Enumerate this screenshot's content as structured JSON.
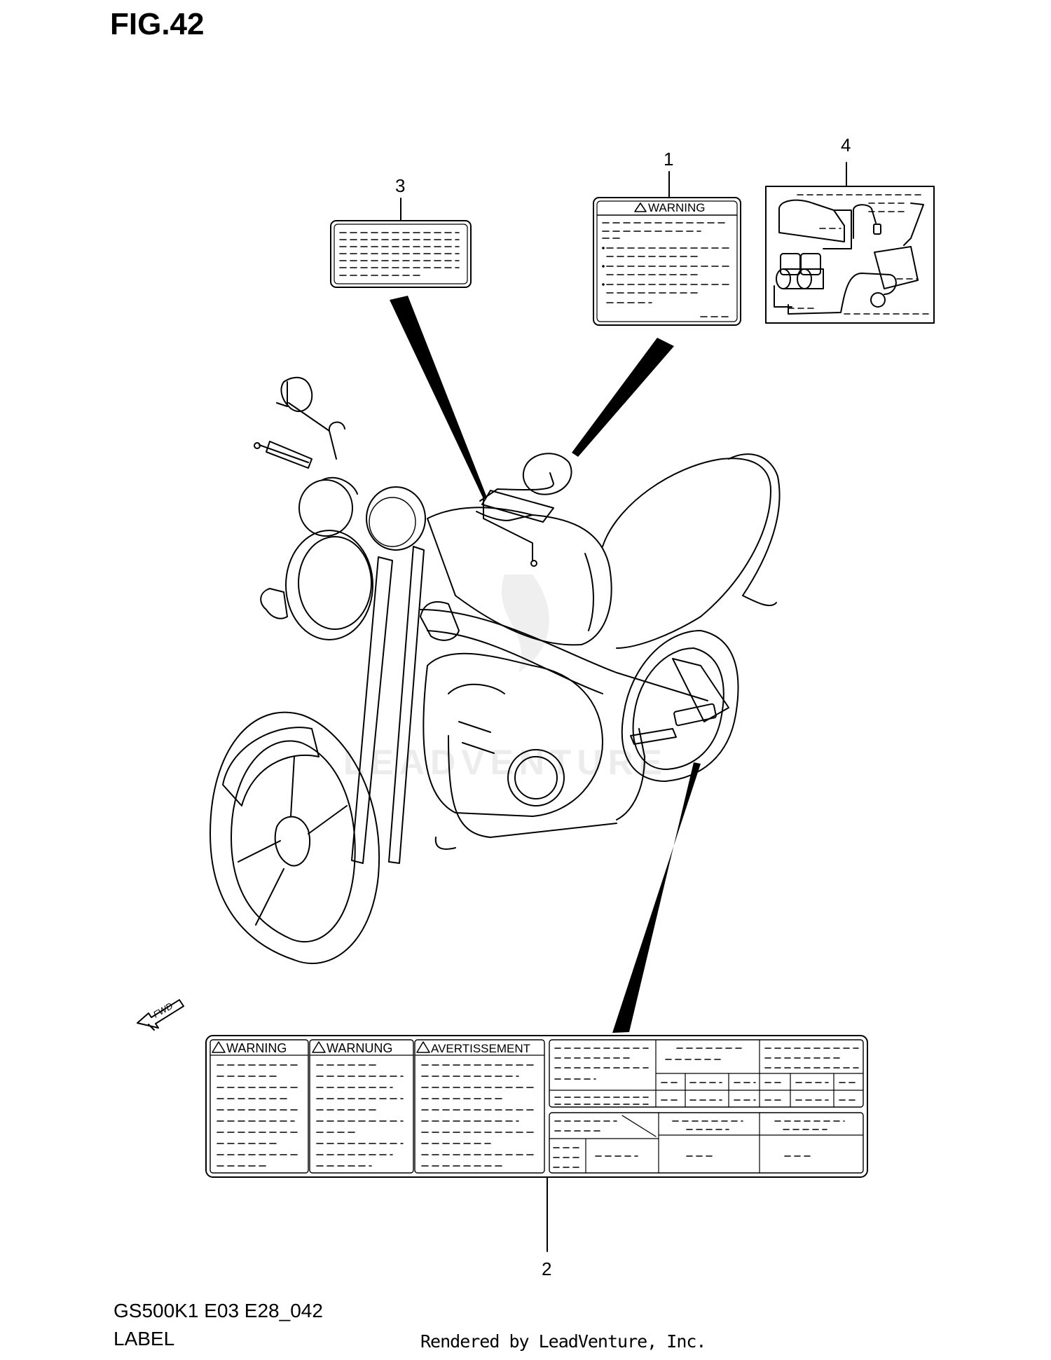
{
  "figure": {
    "title": "FIG.42",
    "model_code": "GS500K1 E03 E28_042",
    "section_label": "LABEL",
    "rendered_by": "Rendered by LeadVenture, Inc."
  },
  "callouts": [
    "1",
    "2",
    "3",
    "4"
  ],
  "labels": {
    "label1_heading": "WARNING",
    "label2_headings": [
      "WARNING",
      "WARNUNG",
      "AVERTISSEMENT"
    ]
  },
  "direction_marker": "FWD",
  "watermark": "LEADVENTURE",
  "colors": {
    "line": "#000000",
    "background": "#ffffff",
    "watermark": "#e6e6e6"
  }
}
